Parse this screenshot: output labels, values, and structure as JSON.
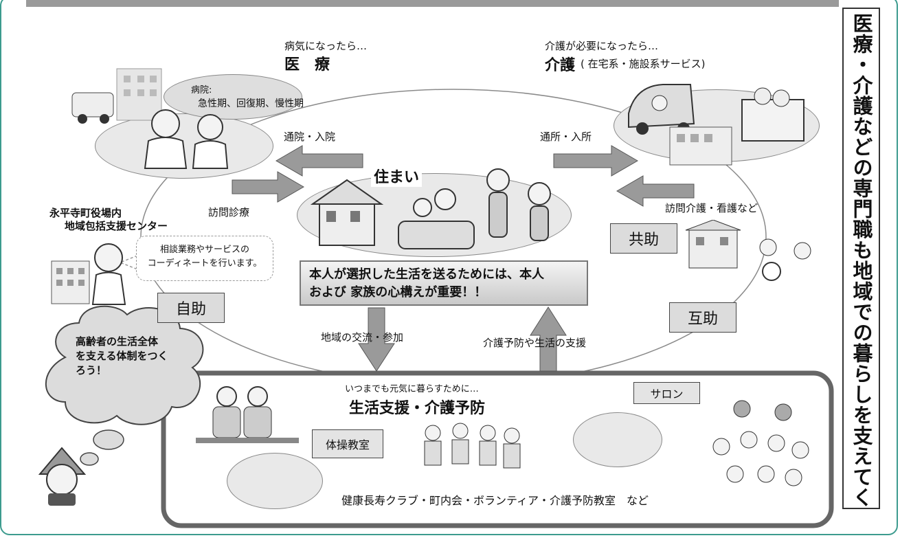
{
  "vertical_banner": "医療・介護などの専門職も地域での暮らしを支えてくれます。",
  "iryo": {
    "caption": "病気になったら…",
    "title": "医　療",
    "hospital_label_1": "病院:",
    "hospital_label_2": "急性期、回復期、慢性期",
    "arrow_in": "通院・入院",
    "arrow_out": "訪問診療"
  },
  "kaigo": {
    "caption": "介護が必要になったら…",
    "title": "介護",
    "title_sub": "( 在宅系・施設系サービス)",
    "arrow_in": "通所・入所",
    "arrow_out": "訪問介護・看護など"
  },
  "center": {
    "title": "住まい",
    "message_line1": "本人が選択した生活を送るためには、本人",
    "message_line2": "および 家族の心構えが重要！！"
  },
  "town_office": {
    "line1": "永平寺町役場内",
    "line2": "地域包括支援センター",
    "bubble_line1": "相談業務やサービスの",
    "bubble_line2": "コーディネートを行います。"
  },
  "help_labels": {
    "jijo": "自助",
    "kyojo": "共助",
    "gojo": "互助"
  },
  "flows": {
    "down": "地域の交流・参加",
    "up": "介護予防や生活の支援"
  },
  "thought_bubble": {
    "line1": "高齢者の生活全体",
    "line2": "を支える体制をつく",
    "line3": "ろう！"
  },
  "support": {
    "caption": "いつまでも元気に暮らすために…",
    "title": "生活支援・介護予防",
    "salon": "サロン",
    "taiso": "体操教室",
    "footer": "健康長寿クラブ・町内会・ボランティア・介護予防教室　など"
  },
  "colors": {
    "frame": "#3c9b8e",
    "topbar": "#9a9a9a",
    "arrow": "#9a9a9a"
  }
}
